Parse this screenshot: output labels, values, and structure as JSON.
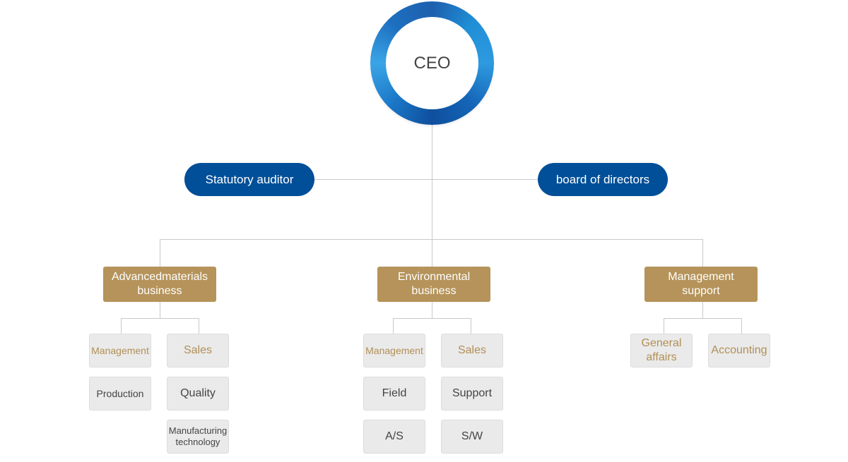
{
  "ceo": {
    "label": "CEO"
  },
  "side": {
    "left": "Statutory auditor",
    "right": "board of directors"
  },
  "divisions": [
    {
      "title_line1": "Advancedmaterials",
      "title_line2": "business",
      "gold": [
        "Management",
        "Sales"
      ],
      "rows": [
        [
          "Production",
          "Quality"
        ],
        [
          "",
          "Manufacturing technology"
        ]
      ]
    },
    {
      "title_line1": "Environmental",
      "title_line2": "business",
      "gold": [
        "Management",
        "Sales"
      ],
      "rows": [
        [
          "Field",
          "Support"
        ],
        [
          "A/S",
          "S/W"
        ]
      ]
    },
    {
      "title_line1": "Management",
      "title_line2": "support",
      "gold": [
        "General affairs",
        "Accounting"
      ],
      "rows": []
    }
  ],
  "colors": {
    "ring": "#1d6fc0",
    "pill": "#004f98",
    "division": "#b5935a",
    "gold_text": "#b18f55",
    "box_bg": "#eaeaea"
  }
}
